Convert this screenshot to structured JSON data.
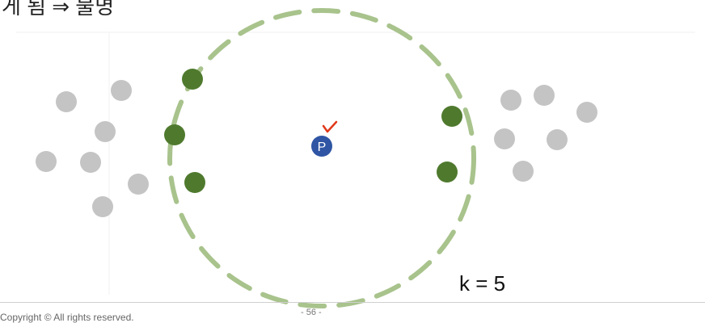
{
  "slide": {
    "title": "게 됨 ⇒ 불명",
    "k_label": "k = 5",
    "page_number": "- 56 -",
    "copyright": "Copyright © All rights reserved."
  },
  "diagram": {
    "query_point_label": "P",
    "neighbor_count": 5,
    "colors": {
      "circle": "#a8c38c",
      "neighbor": "#4f7a2e",
      "other": "#c4c4c4",
      "query": "#2f55a4",
      "arrow": "#e0391a"
    }
  }
}
